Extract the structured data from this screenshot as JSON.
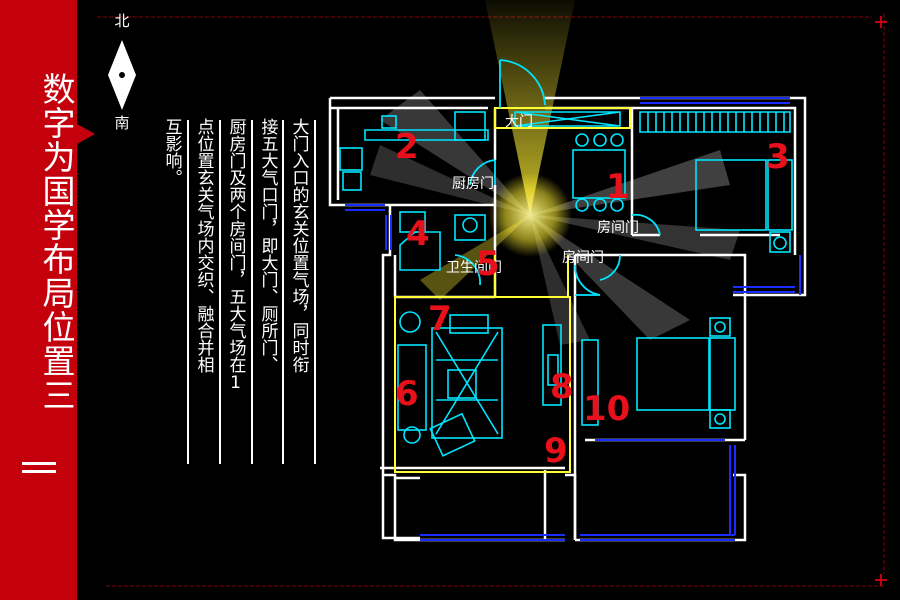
{
  "title": "数字为国学布局位置三",
  "compass": {
    "north": "北",
    "south": "南"
  },
  "text_columns": [
    "大门入口的玄关位置气场，同时衔",
    "接五大气口门，即大门、厕所门、",
    "厨房门及两个房间门，五大气场在1",
    "点位置玄关气场内交织、融合并相",
    "互影响。"
  ],
  "door_labels": {
    "main_door": "大门",
    "kitchen_door": "厨房门",
    "room_door_1": "房间门",
    "bath_door": "卫生间门",
    "room_door_2": "房间门"
  },
  "position_numbers": [
    "1",
    "2",
    "3",
    "4",
    "5",
    "6",
    "7",
    "8",
    "9",
    "10"
  ],
  "colors": {
    "sidebar": "#c4000c",
    "wall": "#ffffff",
    "furniture": "#00e5ff",
    "window": "#1a2cff",
    "zone_outline": "#ffff33",
    "number": "#e8101a",
    "light": "#ffee33"
  }
}
